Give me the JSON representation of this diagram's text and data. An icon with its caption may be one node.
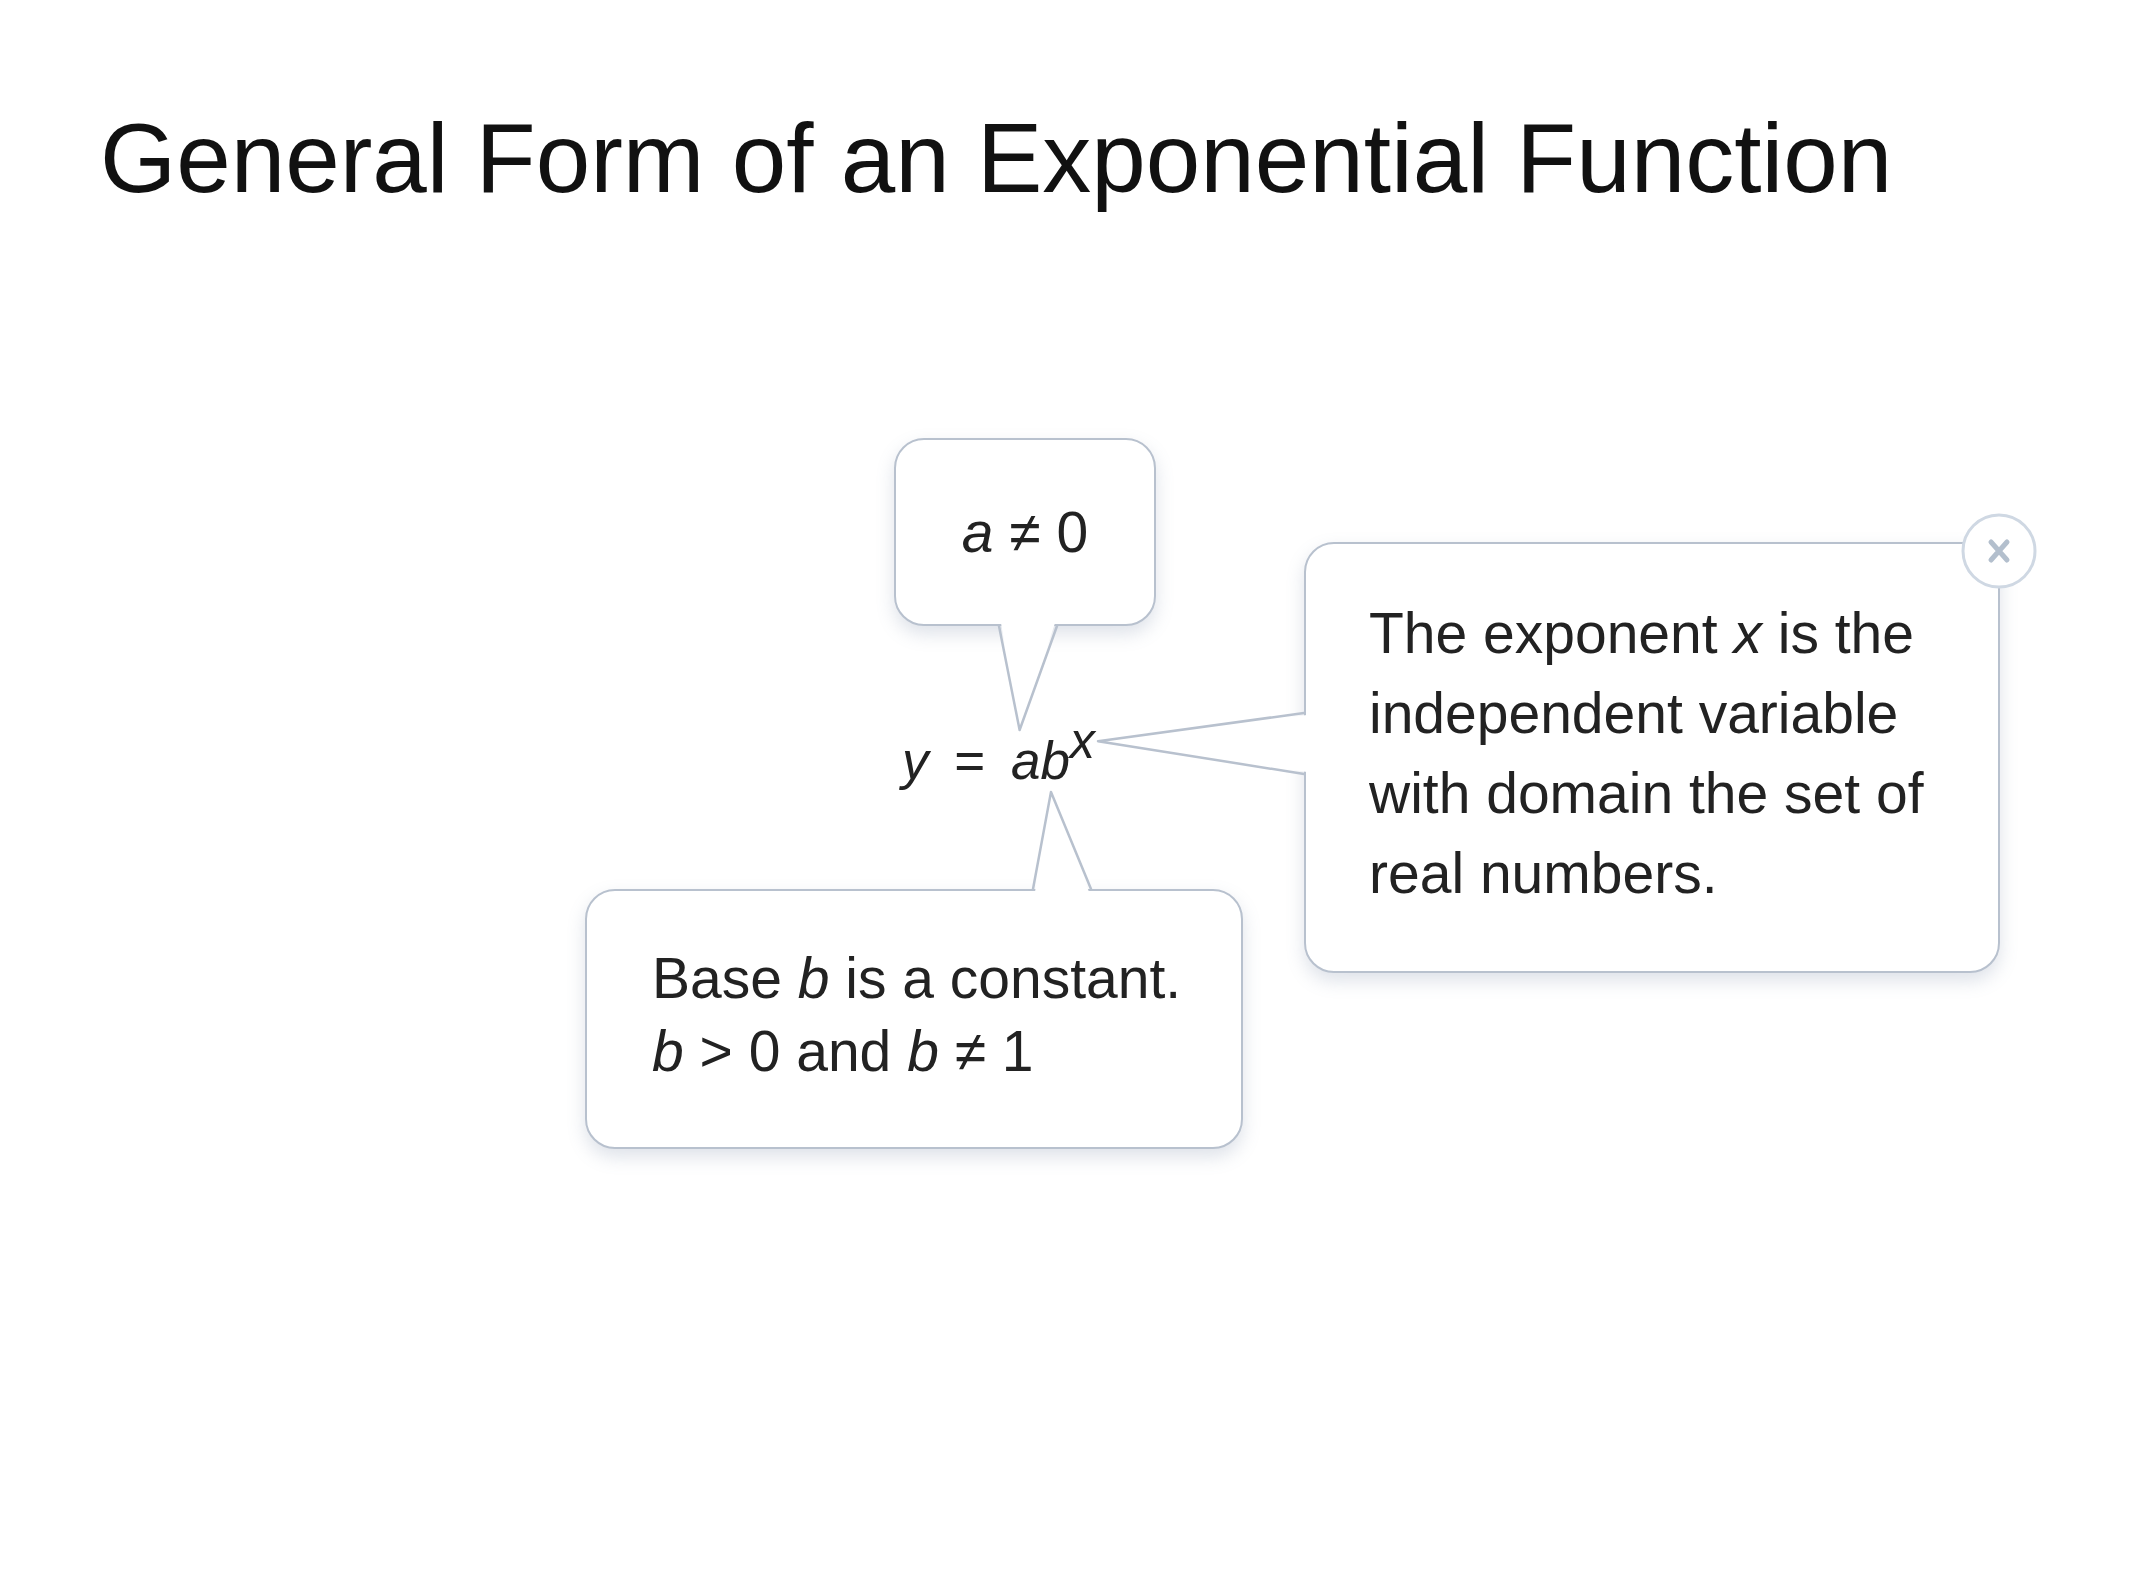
{
  "diagram": {
    "title": "General Form of an Exponential Function",
    "nodes": [
      {
        "text": [
          "*a* ≠ 0"
        ]
      },
      {
        "text": [
          "*y* = *ab*$^{x}$"
        ]
      },
      {
        "text": [
          "The exponent *x* is the independent variable with domain the set of real numbers."
        ]
      },
      {
        "text": [
          "Base *b* is a constant.",
          "*b* > 0 and *b* ≠ 1"
        ]
      }
    ],
    "edges": [
      {
        "from": 0,
        "to": 1,
        "arrow": "none"
      },
      {
        "from": 2,
        "to": 1,
        "arrow": "none"
      },
      {
        "from": 3,
        "to": 1,
        "arrow": "none"
      }
    ]
  }
}
